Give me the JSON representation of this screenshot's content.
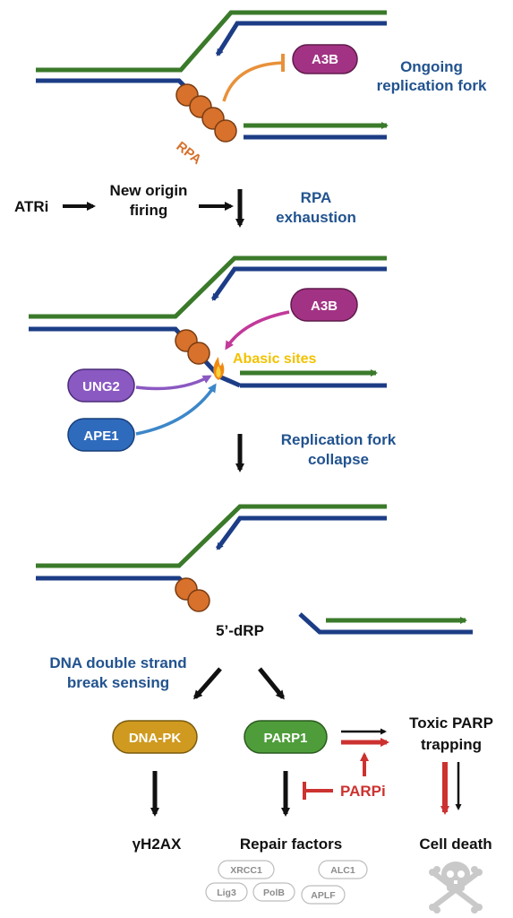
{
  "panel1": {
    "a3b": "A3B",
    "rpa": "RPA",
    "caption_l1": "Ongoing",
    "caption_l2": "replication fork"
  },
  "step1": {
    "atri": "ATRi",
    "origin_l1": "New origin",
    "origin_l2": "firing",
    "rpa_l1": "RPA",
    "rpa_l2": "exhaustion"
  },
  "panel2": {
    "a3b": "A3B",
    "abasic": "Abasic sites",
    "ung2": "UNG2",
    "ape1": "APE1",
    "collapse_l1": "Replication fork",
    "collapse_l2": "collapse"
  },
  "panel3": {
    "drp": "5’-dRP",
    "sensing_l1": "DNA double strand",
    "sensing_l2": "break sensing"
  },
  "bottom": {
    "dnapk": "DNA-PK",
    "parp1": "PARP1",
    "toxic_l1": "Toxic PARP",
    "toxic_l2": "trapping",
    "parpi": "PARPi",
    "gh2ax": "γH2AX",
    "repair": "Repair factors",
    "celldeath": "Cell death",
    "factors": [
      "XRCC1",
      "ALC1",
      "Lig3",
      "PolB",
      "APLF"
    ]
  },
  "colors": {
    "green": "#3a7a2a",
    "navy": "#1c3d86",
    "a3b": "#a23384",
    "rpa": "#d7712c",
    "ung2": "#8b59c2",
    "ape1": "#2f6bbd",
    "dnapk": "#cf9a1f",
    "parp1": "#4e9d3a",
    "red": "#cc3230",
    "gold": "#f2c200",
    "caption_blue": "#22538f"
  },
  "icons": [
    "flame-icon",
    "skull-crossbones-icon"
  ]
}
